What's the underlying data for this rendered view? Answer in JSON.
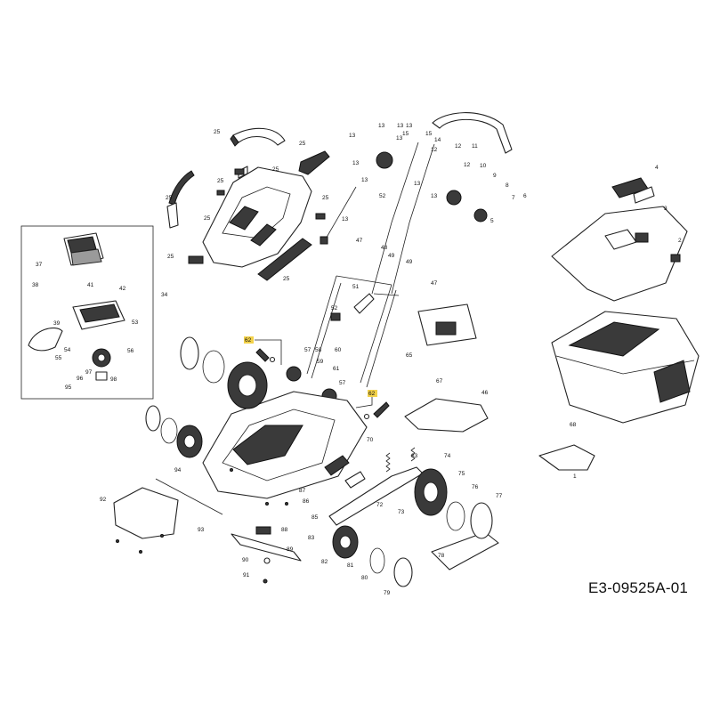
{
  "document": {
    "code": "E3-09525A-01",
    "highlight_color": "#f3d24a"
  },
  "callouts": [
    {
      "id": "25",
      "text": "25"
    },
    {
      "id": "13",
      "text": "13"
    },
    {
      "id": "14",
      "text": "14"
    },
    {
      "id": "15",
      "text": "15"
    },
    {
      "id": "12",
      "text": "12"
    },
    {
      "id": "11",
      "text": "11"
    },
    {
      "id": "10",
      "text": "10"
    },
    {
      "id": "9",
      "text": "9"
    },
    {
      "id": "8",
      "text": "8"
    },
    {
      "id": "7",
      "text": "7"
    },
    {
      "id": "6",
      "text": "6"
    },
    {
      "id": "5",
      "text": "5"
    },
    {
      "id": "4",
      "text": "4"
    },
    {
      "id": "3",
      "text": "3"
    },
    {
      "id": "2",
      "text": "2"
    },
    {
      "id": "1",
      "text": "1"
    },
    {
      "id": "52",
      "text": "52"
    },
    {
      "id": "47",
      "text": "47"
    },
    {
      "id": "48",
      "text": "48"
    },
    {
      "id": "49",
      "text": "49"
    },
    {
      "id": "51",
      "text": "51"
    },
    {
      "id": "37",
      "text": "37"
    },
    {
      "id": "38",
      "text": "38"
    },
    {
      "id": "41",
      "text": "41"
    },
    {
      "id": "42",
      "text": "42"
    },
    {
      "id": "34",
      "text": "34"
    },
    {
      "id": "39",
      "text": "39"
    },
    {
      "id": "53",
      "text": "53"
    },
    {
      "id": "54",
      "text": "54"
    },
    {
      "id": "55",
      "text": "55"
    },
    {
      "id": "56",
      "text": "56"
    },
    {
      "id": "97",
      "text": "97"
    },
    {
      "id": "98",
      "text": "98"
    },
    {
      "id": "95",
      "text": "95"
    },
    {
      "id": "96",
      "text": "96"
    },
    {
      "id": "62",
      "text": "62"
    },
    {
      "id": "57",
      "text": "57"
    },
    {
      "id": "58",
      "text": "58"
    },
    {
      "id": "59",
      "text": "59"
    },
    {
      "id": "60",
      "text": "60"
    },
    {
      "id": "61",
      "text": "61"
    },
    {
      "id": "65",
      "text": "65"
    },
    {
      "id": "67",
      "text": "67"
    },
    {
      "id": "68",
      "text": "68"
    },
    {
      "id": "46",
      "text": "46"
    },
    {
      "id": "70",
      "text": "70"
    },
    {
      "id": "94",
      "text": "94"
    },
    {
      "id": "87",
      "text": "87"
    },
    {
      "id": "86",
      "text": "86"
    },
    {
      "id": "85",
      "text": "85"
    },
    {
      "id": "83",
      "text": "83"
    },
    {
      "id": "74",
      "text": "74"
    },
    {
      "id": "75",
      "text": "75"
    },
    {
      "id": "76",
      "text": "76"
    },
    {
      "id": "77",
      "text": "77"
    },
    {
      "id": "72",
      "text": "72"
    },
    {
      "id": "73",
      "text": "73"
    },
    {
      "id": "92",
      "text": "92"
    },
    {
      "id": "93",
      "text": "93"
    },
    {
      "id": "88",
      "text": "88"
    },
    {
      "id": "89",
      "text": "89"
    },
    {
      "id": "90",
      "text": "90"
    },
    {
      "id": "91",
      "text": "91"
    },
    {
      "id": "82",
      "text": "82"
    },
    {
      "id": "81",
      "text": "81"
    },
    {
      "id": "80",
      "text": "80"
    },
    {
      "id": "79",
      "text": "79"
    },
    {
      "id": "78",
      "text": "78"
    }
  ]
}
